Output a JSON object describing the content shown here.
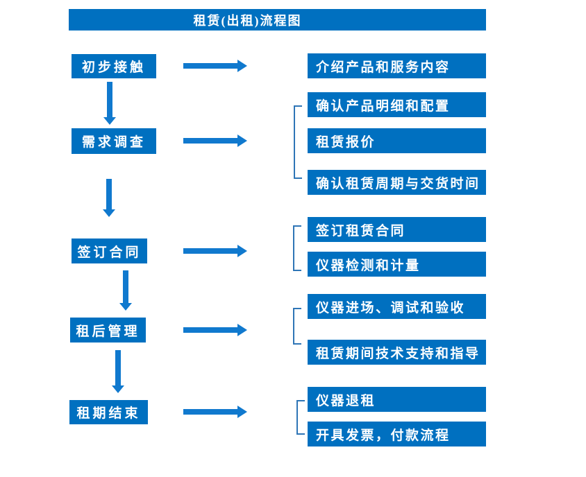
{
  "title": "租赁(出租)流程图",
  "colors": {
    "primary": "#0070C0",
    "arrow": "#1079CE",
    "bracket": "#2E75B6",
    "text": "#FFFFFF"
  },
  "stages": [
    {
      "label": "初步接触",
      "steps": [
        "介绍产品和服务内容"
      ]
    },
    {
      "label": "需求调查",
      "steps": [
        "确认产品明细和配置",
        "租赁报价",
        "确认租赁周期与交货时间"
      ]
    },
    {
      "label": "签订合同",
      "steps": [
        "签订租赁合同",
        "仪器检测和计量"
      ]
    },
    {
      "label": "租后管理",
      "steps": [
        "仪器进场、调试和验收",
        "租赁期间技术支持和指导"
      ]
    },
    {
      "label": "租期结束",
      "steps": [
        "仪器退租",
        "开具发票，付款流程"
      ]
    }
  ]
}
